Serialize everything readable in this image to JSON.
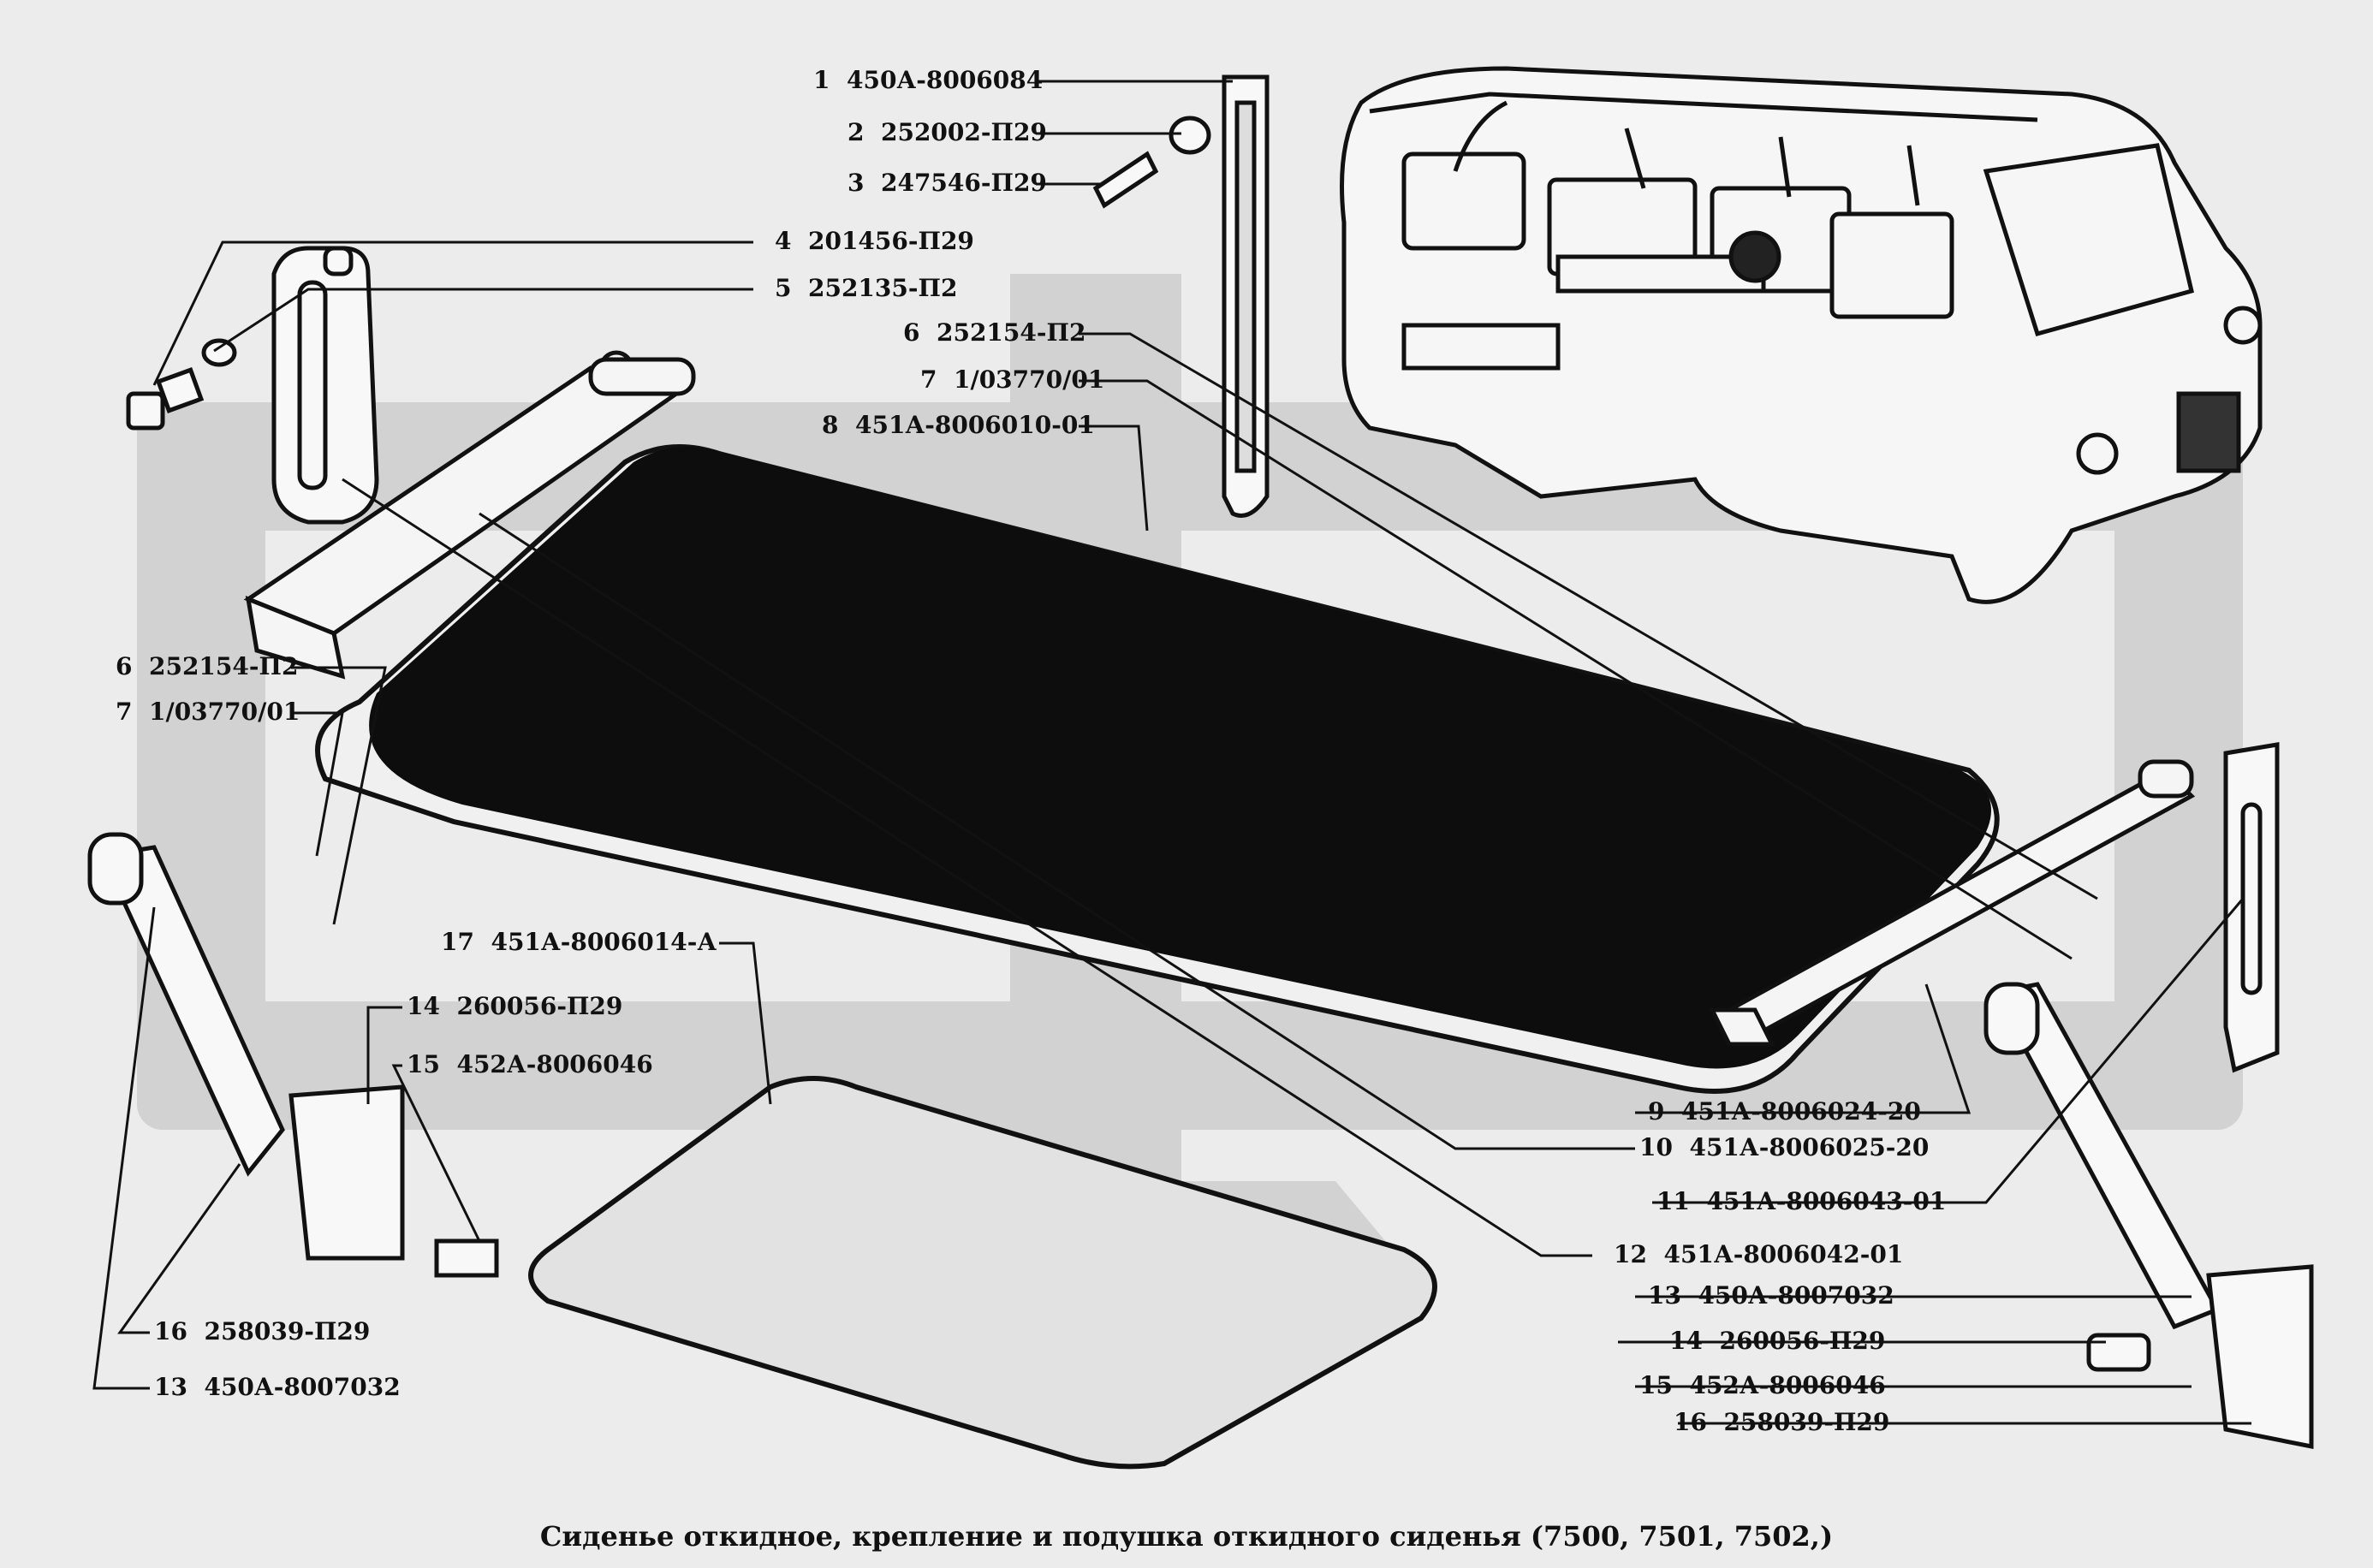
{
  "caption": "Сиденье откидное, крепление и подушка откидного сиденья (7500, 7501, 7502,)",
  "callouts": [
    {
      "num": "1",
      "code": "450А-8006084"
    },
    {
      "num": "2",
      "code": "252002-П29"
    },
    {
      "num": "3",
      "code": "247546-П29"
    },
    {
      "num": "4",
      "code": "201456-П29"
    },
    {
      "num": "5",
      "code": "252135-П2"
    },
    {
      "num": "6",
      "code": "252154-П2"
    },
    {
      "num": "7",
      "code": "1/03770/01"
    },
    {
      "num": "8",
      "code": "451А-8006010-01"
    },
    {
      "num": "6",
      "code": "252154-П2"
    },
    {
      "num": "7",
      "code": "1/03770/01"
    },
    {
      "num": "17",
      "code": "451А-8006014-А"
    },
    {
      "num": "14",
      "code": "260056-П29"
    },
    {
      "num": "15",
      "code": "452А-8006046"
    },
    {
      "num": "16",
      "code": "258039-П29"
    },
    {
      "num": "13",
      "code": "450А-8007032"
    },
    {
      "num": "9",
      "code": "451А-8006024-20"
    },
    {
      "num": "10",
      "code": "451А-8006025-20"
    },
    {
      "num": "11",
      "code": "451А-8006043-01"
    },
    {
      "num": "12",
      "code": "451А-8006042-01"
    },
    {
      "num": "13",
      "code": "450А-8007032"
    },
    {
      "num": "14",
      "code": "260056-П29"
    },
    {
      "num": "15",
      "code": "452А-8006046"
    },
    {
      "num": "16",
      "code": "258039-П29"
    }
  ]
}
